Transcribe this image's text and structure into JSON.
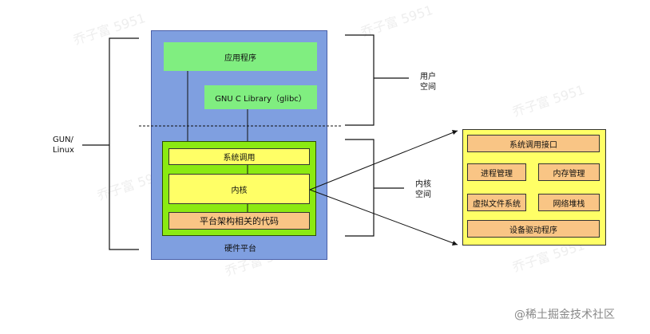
{
  "labels": {
    "gnu_linux_line1": "GUN/",
    "gnu_linux_line2": "Linux",
    "user_space_line1": "用户",
    "user_space_line2": "空间",
    "kernel_space_line1": "内核",
    "kernel_space_line2": "空间",
    "hardware_platform": "硬件平台"
  },
  "boxes": {
    "application": "应用程序",
    "glibc": "GNU C Library（glibc）",
    "syscall": "系统调用",
    "kernel": "内核",
    "arch_code": "平台架构相关的代码"
  },
  "detail": {
    "syscall_interface": "系统调用接口",
    "process_mgmt": "进程管理",
    "memory_mgmt": "内存管理",
    "vfs": "虚拟文件系统",
    "network_stack": "网络堆栈",
    "device_drivers": "设备驱动程序"
  },
  "watermark": {
    "repeated": "乔子富 5951",
    "brand": "@稀土掘金技术社区"
  },
  "colors": {
    "outer_platform": "#7f9fe0",
    "user_box": "#80ee80",
    "kernel_frame": "#8bea12",
    "kernel_inner": "#ffff66",
    "arch_box": "#f9c585",
    "detail_frame": "#ffff66",
    "detail_box": "#f9c585"
  }
}
